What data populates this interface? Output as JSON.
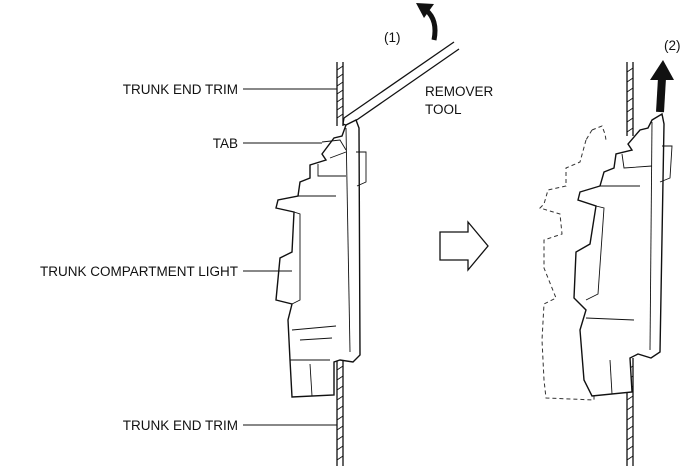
{
  "labels": {
    "trunk_end_trim_top": "TRUNK END TRIM",
    "tab": "TAB",
    "trunk_compartment_light": "TRUNK COMPARTMENT LIGHT",
    "trunk_end_trim_bottom": "TRUNK END TRIM",
    "remover_tool_line1": "REMOVER",
    "remover_tool_line2": "TOOL",
    "step1": "(1)",
    "step2": "(2)"
  }
}
